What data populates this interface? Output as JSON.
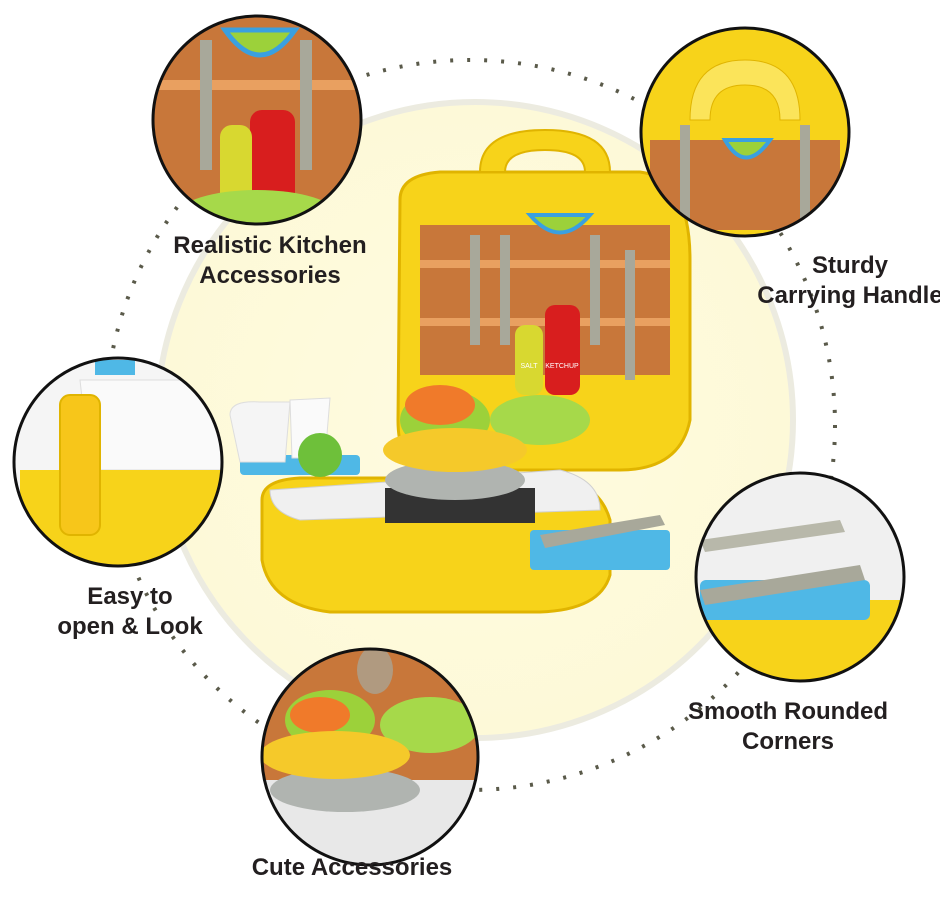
{
  "features": [
    {
      "id": "accessories",
      "lines": [
        "Realistic Kitchen",
        "Accessories"
      ]
    },
    {
      "id": "handle",
      "lines": [
        "Sturdy",
        "Carrying Handle"
      ]
    },
    {
      "id": "open",
      "lines": [
        "Easy to",
        "open & Look"
      ]
    },
    {
      "id": "corners",
      "lines": [
        "Smooth Rounded",
        "Corners"
      ]
    },
    {
      "id": "cute",
      "lines": [
        "Cute Accessories"
      ]
    }
  ],
  "product_labels": {
    "salt": "SALT",
    "ketchup": "KETCHUP"
  },
  "colors": {
    "background_glow": "#fffbe0",
    "dotted_ring": "#5a5a4a",
    "case_yellow": "#f7d31a",
    "tray_blue": "#4fb8e6",
    "label_text": "#231f20"
  }
}
